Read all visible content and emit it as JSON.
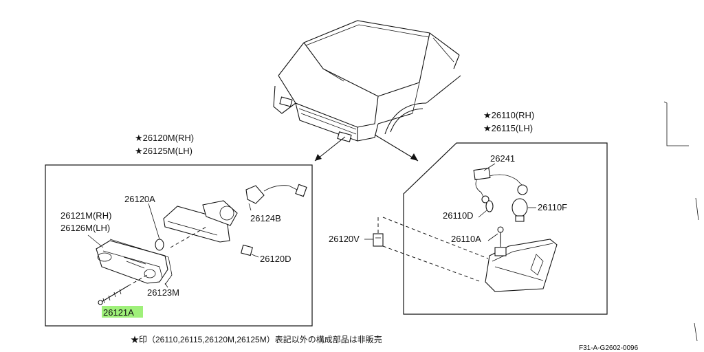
{
  "left_group": {
    "title_rh": "★26120M(RH)",
    "title_lh": "★26125M(LH)",
    "labels": {
      "p26120A": "26120A",
      "p26121M_rh": "26121M(RH)",
      "p26126M_lh": "26126M(LH)",
      "p26124B": "26124B",
      "p26120D": "26120D",
      "p26123M": "26123M",
      "p26121A": "26121A"
    },
    "highlight_color": "#9ff07a"
  },
  "right_group": {
    "title_rh": "★26110(RH)",
    "title_lh": "★26115(LH)",
    "labels": {
      "p26241": "26241",
      "p26110D": "26110D",
      "p26110F": "26110F",
      "p26110A": "26110A"
    }
  },
  "outside_labels": {
    "p26120V": "26120V"
  },
  "footnote": "★印（26110,26115,26120M,26125M）表記以外の構成部品は非販売",
  "diagram_code": "F31-A-G2602-0096"
}
